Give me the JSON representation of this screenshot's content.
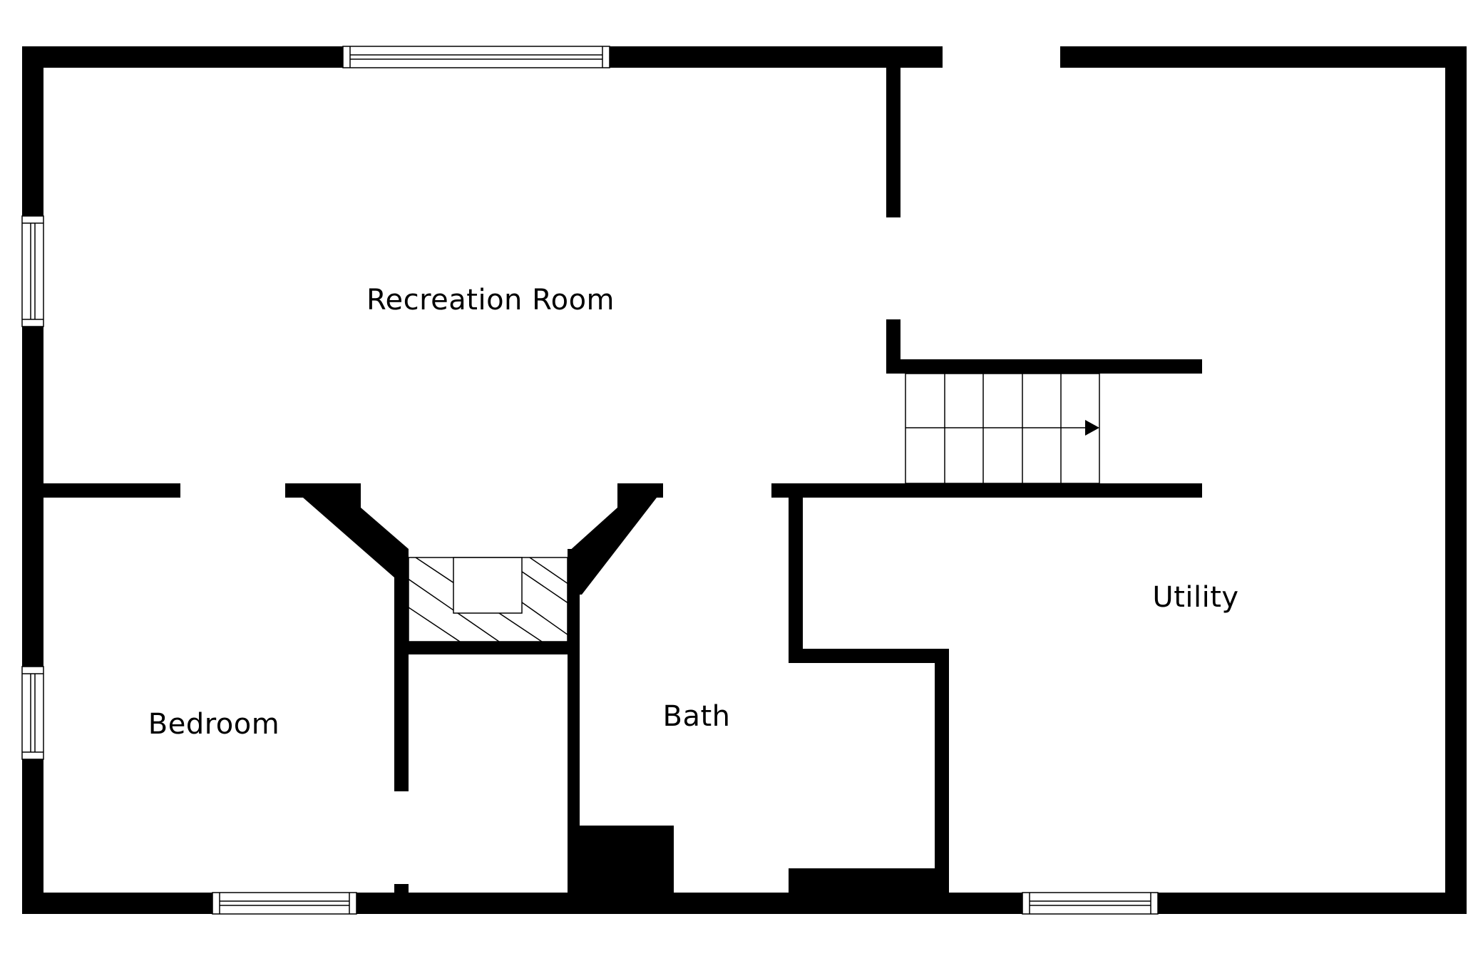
{
  "rooms": {
    "recreation_room": "Recreation Room",
    "bedroom": "Bedroom",
    "bath": "Bath",
    "utility": "Utility"
  },
  "colors": {
    "wall": "#000000",
    "background": "#ffffff"
  },
  "icons": {
    "stair_direction": "arrow-right-icon",
    "fireplace": "hatched-fireplace-icon"
  }
}
